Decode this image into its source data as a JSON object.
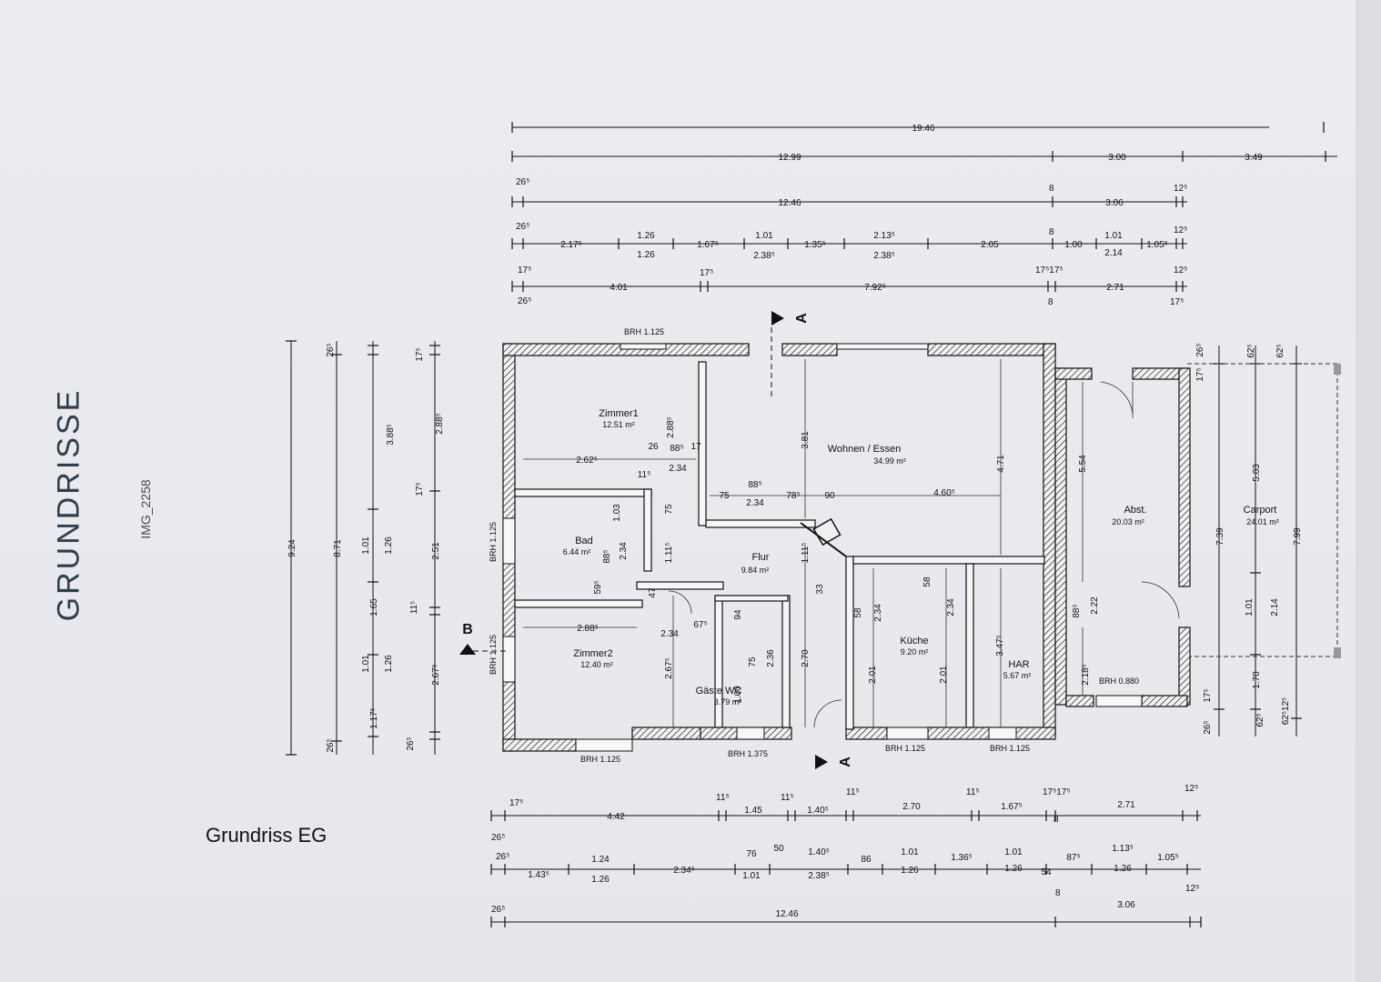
{
  "page": {
    "title": "GRUNDRISSE",
    "image_label": "IMG_2258",
    "caption": "Grundriss EG"
  },
  "rooms": {
    "zimmer1": {
      "name": "Zimmer1",
      "area": "12.51 m²"
    },
    "bad": {
      "name": "Bad",
      "area": "6.44 m²"
    },
    "zimmer2": {
      "name": "Zimmer2",
      "area": "12.40 m²"
    },
    "flur": {
      "name": "Flur",
      "area": "9.84 m²"
    },
    "gaeste_wc": {
      "name": "Gäste WC",
      "area": "3.79 m²"
    },
    "wohnen": {
      "name": "Wohnen / Essen",
      "area": "34.99 m²"
    },
    "kueche": {
      "name": "Küche",
      "area": "9.20 m²"
    },
    "har": {
      "name": "HAR",
      "area": "5.67 m²"
    },
    "abstell": {
      "name": "Abst.",
      "area": "20.03 m²"
    },
    "carport": {
      "name": "Carport",
      "area": "24.01 m²"
    }
  },
  "section_marks": {
    "a": "A",
    "b": "B"
  },
  "brh": {
    "top": "BRH 1.125",
    "left_upper": "BRH 1.125",
    "left_lower": "BRH 1.125",
    "bottom_left": "BRH 1.125",
    "bottom_wc": "BRH 1.375",
    "bottom_kitchen": "BRH 1.125",
    "bottom_har": "BRH 1.125",
    "abstell": "BRH 0.880"
  },
  "top_dims": {
    "total": "19.46",
    "house": "12.99",
    "garage": "3.00",
    "carport": "3.49",
    "house_inner": "12.46",
    "garage_inner": "3.06",
    "row3": [
      "2.17⁵",
      "1.26",
      "1.26",
      "1.67⁵",
      "1.01",
      "2.38⁵",
      "1.35⁵",
      "2.13⁵",
      "2.38⁵",
      "2.05",
      "1.00",
      "1.01",
      "2.14",
      "1.05⁵"
    ],
    "row4": [
      "4.01",
      "7.92⁵",
      "2.71"
    ],
    "small": [
      "26⁵",
      "8",
      "12⁵",
      "17⁵",
      "17⁵17⁵"
    ]
  },
  "bottom_dims": {
    "row1": [
      "4.42",
      "1.45",
      "1.40⁵",
      "2.70",
      "1.67⁵",
      "2.71"
    ],
    "row2": [
      "1.43⁵",
      "1.24",
      "1.26",
      "2.34⁵",
      "76",
      "1.01",
      "50",
      "1.40⁵",
      "2.38⁵",
      "86",
      "1.01",
      "1.26",
      "1.36⁵",
      "1.01",
      "1.26",
      "54",
      "87⁵",
      "1.13⁵",
      "1.26",
      "1.05⁵"
    ],
    "total_house": "12.46",
    "total_garage": "3.06",
    "small": [
      "17⁵",
      "26⁵",
      "11⁵",
      "12⁵",
      "8",
      "17⁵17⁵"
    ]
  },
  "left_dims": {
    "total": "9.24",
    "inner": "8.71",
    "row3": [
      "3.88⁵",
      "1.01",
      "1.26",
      "1.65",
      "1.01",
      "1.26",
      "1.17⁵"
    ],
    "row4": [
      "2.88⁵",
      "2.51",
      "2.67⁵"
    ],
    "small": [
      "26⁵",
      "17⁵",
      "11⁵"
    ]
  },
  "right_dims": {
    "garage_len": "7.39",
    "carport_len": "7.99",
    "carport_part": "5.03",
    "row": [
      "1.01",
      "2.14",
      "1.70"
    ],
    "small": [
      "26⁵",
      "17⁵",
      "62⁵",
      "62⁵12⁵",
      "12⁵"
    ]
  },
  "interior_dims": [
    "2.62⁵",
    "2.88⁵",
    "2.34",
    "26",
    "88⁵",
    "17",
    "11⁵",
    "75",
    "1.03",
    "2.34",
    "88⁵",
    "59⁵",
    "47",
    "1.11⁵",
    "2.88⁵",
    "2.34",
    "67⁵",
    "2.67⁵",
    "75",
    "2.34",
    "88⁵",
    "78⁵",
    "90",
    "4.60⁵",
    "3.81",
    "4.71",
    "5.54",
    "1.11⁵",
    "33",
    "94",
    "75",
    "2.36",
    "1.00",
    "2.70",
    "58",
    "2.34",
    "58",
    "2.34",
    "2.01",
    "2.01",
    "3.47⁵",
    "88⁵",
    "2.22",
    "2.18⁵"
  ]
}
